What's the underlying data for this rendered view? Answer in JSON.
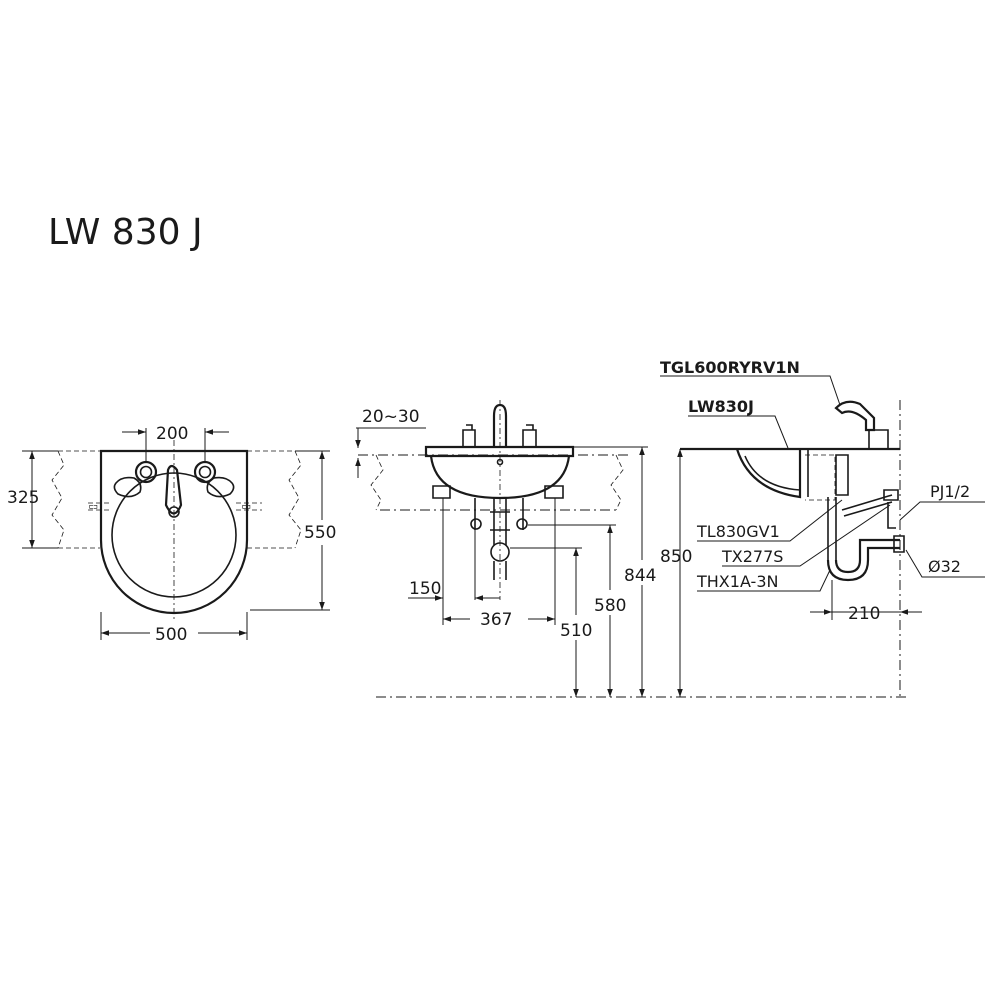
{
  "title": "LW 830 J",
  "front_view": {
    "dims": {
      "hole_spacing": "200",
      "hanger_height": "325",
      "total_height": "550",
      "width": "500"
    }
  },
  "side_view": {
    "dims": {
      "counter_thickness": "20~30",
      "hose_offset": "150",
      "bracket_spacing": "367",
      "trap_height": "510",
      "supply_height": "580",
      "rim_height": "844"
    }
  },
  "section_view": {
    "dims": {
      "rim_height": "850",
      "drain_offset": "210"
    },
    "labels": {
      "faucet": "TGL600RYRV1N",
      "basin": "LW830J",
      "supply_thread": "PJ1/2",
      "valve": "TL830GV1",
      "trap": "TX277S",
      "hose": "THX1A-3N",
      "drain_dia": "Ø32"
    }
  }
}
